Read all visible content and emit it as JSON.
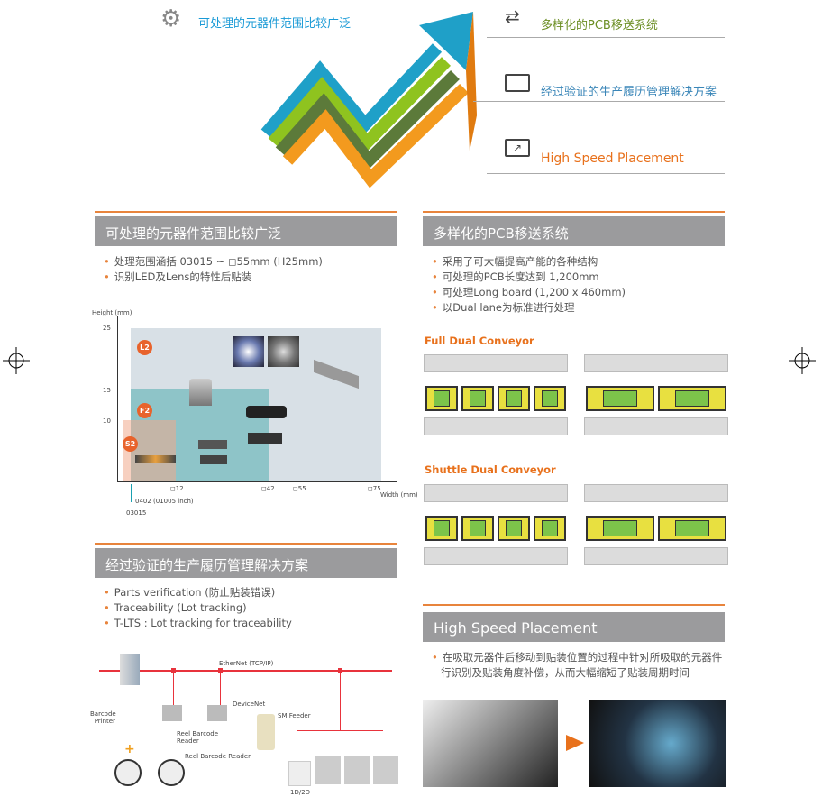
{
  "top_features": [
    {
      "label": "可处理的元器件范围比较广泛",
      "icon": "gears-icon",
      "color": "#1a9ad6"
    },
    {
      "label": "多样化的PCB移送系统",
      "icon": "transfer-arrows-icon",
      "color": "#6b8e23"
    },
    {
      "label": "经过验证的生产履历管理解决方案",
      "icon": "monitor-chart-icon",
      "color": "#3a86b8"
    },
    {
      "label": "High Speed Placement",
      "icon": "monitor-arrow-icon",
      "color": "#e8711c"
    }
  ],
  "sections": {
    "components": {
      "title": "可处理的元器件范围比较广泛",
      "bullets": [
        "处理范围涵括 03015 ~ ◻55mm (H25mm)",
        "识别LED及Lens的特性后贴装"
      ]
    },
    "pcb": {
      "title": "多样化的PCB移送系统",
      "bullets": [
        "采用了可大幅提高产能的各种结构",
        "可处理的PCB长度达到 1,200mm",
        "可处理Long board (1,200 x 460mm)",
        "以Dual lane为标准进行处理"
      ],
      "full_dual": "Full Dual Conveyor",
      "shuttle_dual": "Shuttle Dual Conveyor"
    },
    "traceability": {
      "title": "经过验证的生产履历管理解决方案",
      "bullets": [
        "Parts verification (防止贴装错误)",
        "Traceability (Lot tracking)",
        "T-LTS : Lot tracking for traceability"
      ],
      "diagram": {
        "ethernet": "EtherNet (TCP/IP)",
        "barcode_printer": "Barcode Printer",
        "reel_reader_1": "Reel Barcode Reader",
        "reel_reader_2": "Reel Barcode Reader",
        "devicenet": "DeviceNet",
        "sm_feeder": "SM Feeder",
        "code": "1D/2D"
      }
    },
    "speed": {
      "title": "High Speed Placement",
      "bullets": [
        "在吸取元器件后移动到贴装位置的过程中针对所吸取的元器件行识别及贴装角度补偿，从而大幅缩短了贴装周期时间"
      ]
    }
  },
  "chart_data": {
    "type": "area",
    "ylabel": "Height (mm)",
    "xlabel": "Width (mm)",
    "yticks": [
      "25",
      "15",
      "10"
    ],
    "xticks": [
      "◻12",
      "◻42",
      "◻55",
      "◻75"
    ],
    "x_min_labels": [
      "0402 (01005 inch)",
      "03015"
    ],
    "regions": [
      {
        "name": "L2",
        "max_width": 75,
        "max_height": 25,
        "color": "#d8e0e6"
      },
      {
        "name": "F2",
        "max_width": 42,
        "max_height": 15,
        "color": "#8ec4c8"
      },
      {
        "name": "S2",
        "max_width": 12,
        "max_height": 10,
        "color": "#f5c6b0"
      }
    ],
    "colors": {
      "badge": "#e8632c"
    }
  }
}
